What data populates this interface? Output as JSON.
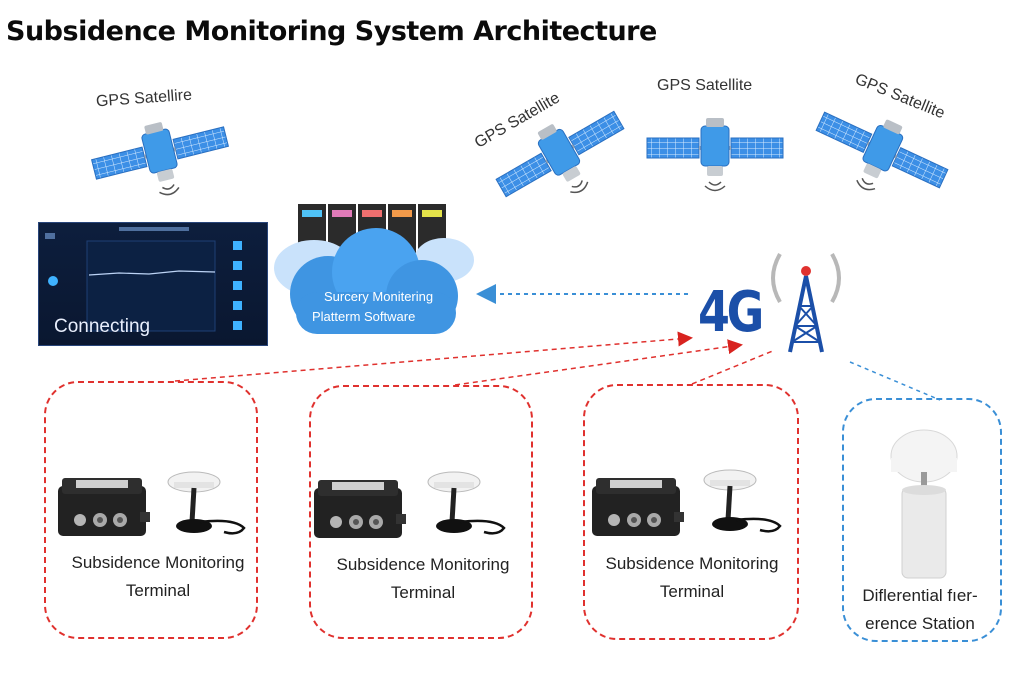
{
  "title": "Subsidence Monitoring System Architecture",
  "satellites": [
    {
      "label": "GPS Satellire"
    },
    {
      "label": "GPS Satellite"
    },
    {
      "label": "GPS Satellite"
    },
    {
      "label": "GPS Satellite"
    }
  ],
  "monitor": {
    "status": "Connecting"
  },
  "cloud": {
    "line1": "Surcery Monitering",
    "line2": "Platterm Software"
  },
  "tower": {
    "label": "4G"
  },
  "terminals": [
    {
      "line1": "Subsidence Monitoring",
      "line2": "Terminal"
    },
    {
      "line1": "Subsidence Monitoring",
      "line2": "Terminal"
    },
    {
      "line1": "Subsidence Monitoring",
      "line2": "Terminal"
    }
  ],
  "station": {
    "line1": "Diflerential fıer-",
    "line2": "erence Station"
  },
  "colors": {
    "terminal_link": "#e0312e",
    "station_link": "#3a8fd6",
    "brand": "#1b4fa8",
    "panel": "#4aa3f0"
  }
}
